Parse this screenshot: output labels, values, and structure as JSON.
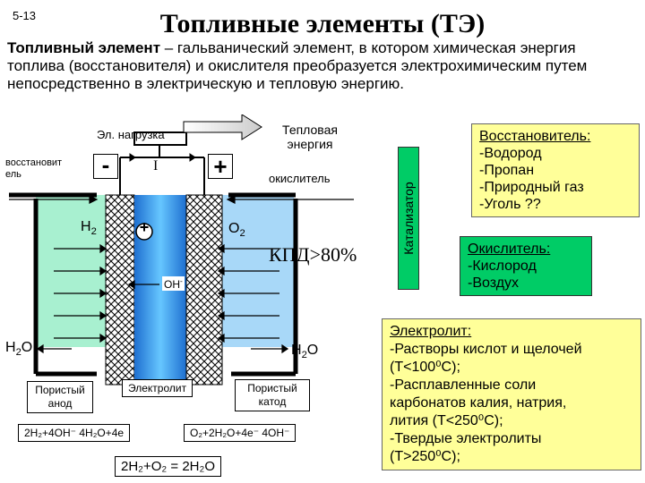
{
  "slide_number": "5-13",
  "title": "Топливные элементы (ТЭ)",
  "definition": {
    "term": "Топливный элемент",
    "text": " – гальванический элемент, в котором химическая энергия топлива (восстановителя) и окислителя преобразуется электрохимическим путем непосредственно в электрическую и тепловую энергию."
  },
  "diagram": {
    "load_label": "Эл. нагрузка",
    "heat_label": "Тепловая энергия",
    "reducer_label": "восстановит ель",
    "oxidizer_label": "окислитель",
    "minus": "-",
    "plus": "+",
    "current": "I",
    "h2": "H",
    "h2_sub": "2",
    "o2": "O",
    "o2_sub": "2",
    "plus_ion": "+",
    "oh": "OH",
    "oh_sup": "-",
    "h2o_left": "H",
    "h2o_left_sub": "2",
    "h2o_left_tail": "O",
    "h2o_right": "H",
    "h2o_right_sub": "2",
    "h2o_right_tail": "O",
    "porous_anode": "Пористый анод",
    "electrolyte": "Электролит",
    "porous_cathode": "Пористый катод",
    "anode_reaction": "2H₂+4OH⁻ 4H₂O+4e",
    "cathode_reaction": "O₂+2H₂O+4e⁻ 4OH⁻",
    "overall_reaction": "2H₂+O₂ = 2H₂O",
    "efficiency": "КПД>80%"
  },
  "catalyst": "Катализатор",
  "reducers": {
    "heading": "Восстановитель:",
    "items": [
      "-Водород",
      "-Пропан",
      "-Природный газ",
      "-Уголь ??"
    ]
  },
  "oxidizers": {
    "heading": "Окислитель:",
    "items": [
      "-Кислород",
      "-Воздух"
    ]
  },
  "electrolytes": {
    "heading": "Электролит:",
    "items": [
      "-Растворы кислот и щелочей",
      "(T<100⁰С);",
      "-Расплавленные соли",
      "карбонатов калия, натрия,",
      "лития (T<250⁰С);",
      "-Твердые электролиты",
      "(T>250⁰С);"
    ]
  },
  "colors": {
    "anode_fill": "#99ffcc",
    "electrolyte_fill": "#3399ff",
    "cathode_fill": "#99ccff",
    "catalyst_fill": "#00cc66",
    "list_fill": "#ffff99"
  }
}
